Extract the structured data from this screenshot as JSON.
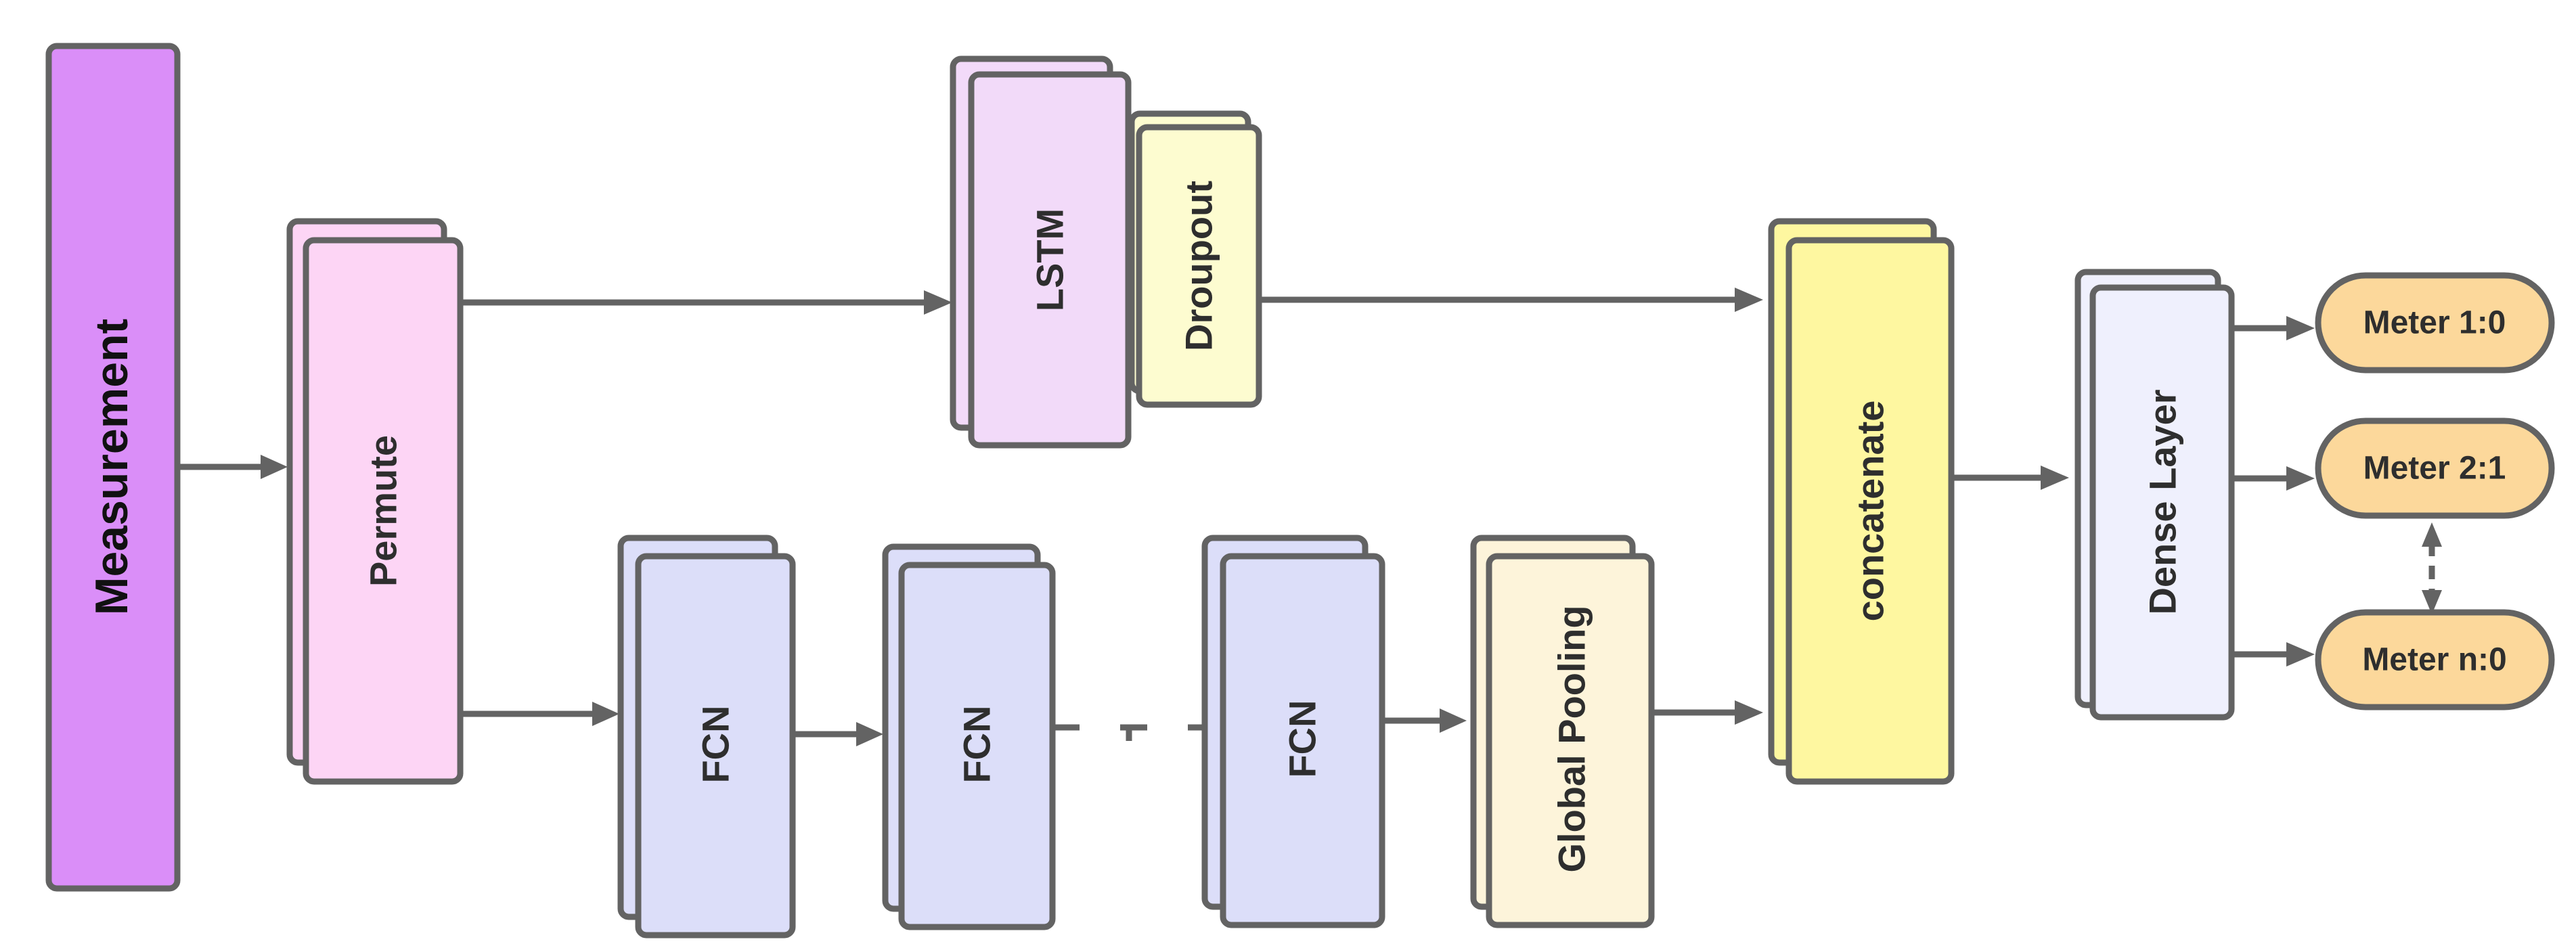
{
  "nodes": {
    "measurement": {
      "label": "Measurement"
    },
    "permute": {
      "label": "Permute"
    },
    "lstm": {
      "label": "LSTM"
    },
    "dropout": {
      "label": "Droupout"
    },
    "fcn_1": {
      "label": "FCN"
    },
    "fcn_2": {
      "label": "FCN"
    },
    "fcn_n": {
      "label": "FCN"
    },
    "global_pooling": {
      "label": "Global Pooling"
    },
    "concatenate": {
      "label": "concatenate"
    },
    "dense_layer": {
      "label": "Dense Layer"
    },
    "meter_1": {
      "label": "Meter 1:0"
    },
    "meter_2": {
      "label": "Meter 2:1"
    },
    "meter_n": {
      "label": "Meter n:0"
    }
  },
  "colors": {
    "measurement": "#da8ef8",
    "permute": "#fdd5f5",
    "lstm": "#f2daf9",
    "dropout": "#fdfcd0",
    "fcn": "#dcdef9",
    "global_pooling": "#fdf4da",
    "concatenate": "#fef7a0",
    "dense_layer": "#eff0fd",
    "meter": "#fcd89b",
    "stroke": "#636363"
  }
}
